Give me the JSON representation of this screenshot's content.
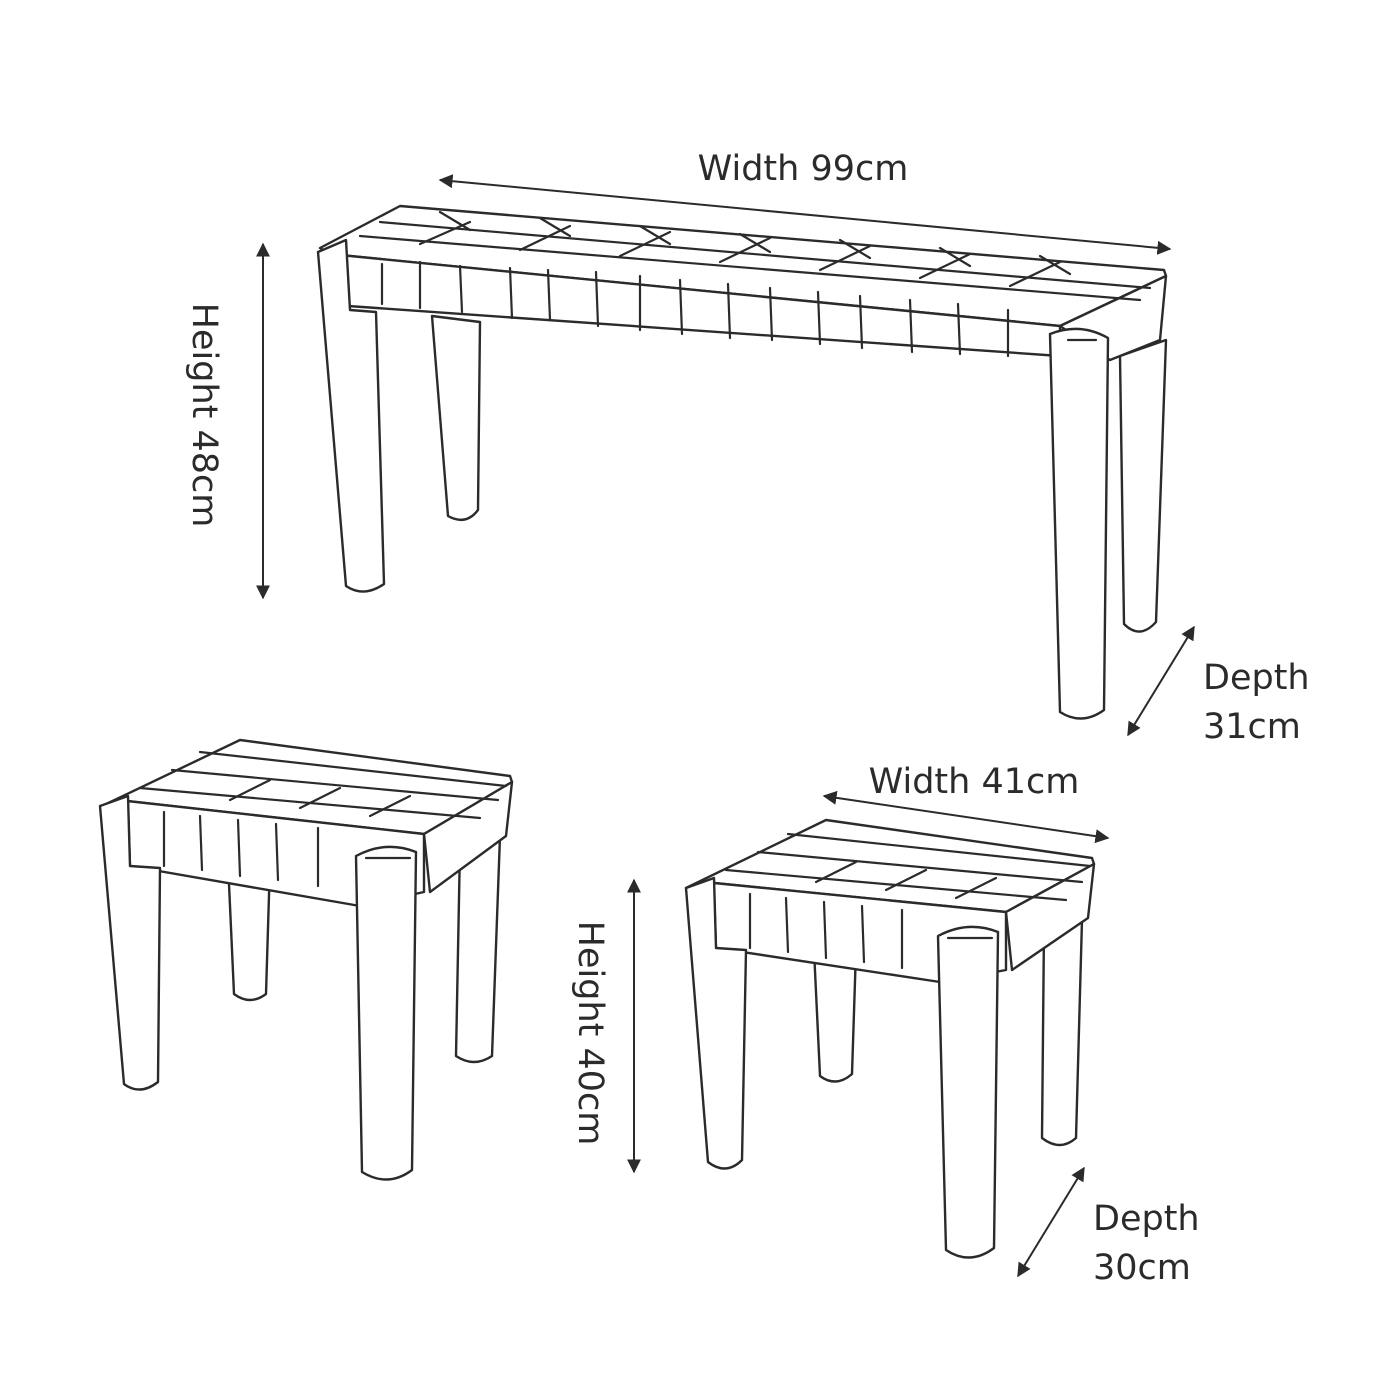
{
  "bench": {
    "width_label": "Width 99cm",
    "height_label": "Height 48cm",
    "depth_label_line1": "Depth",
    "depth_label_line2": "31cm"
  },
  "stool": {
    "width_label": "Width 41cm",
    "height_label": "Height 40cm",
    "depth_label_line1": "Depth",
    "depth_label_line2": "30cm"
  },
  "colors": {
    "line": "#2b2b2b",
    "background": "#ffffff"
  }
}
